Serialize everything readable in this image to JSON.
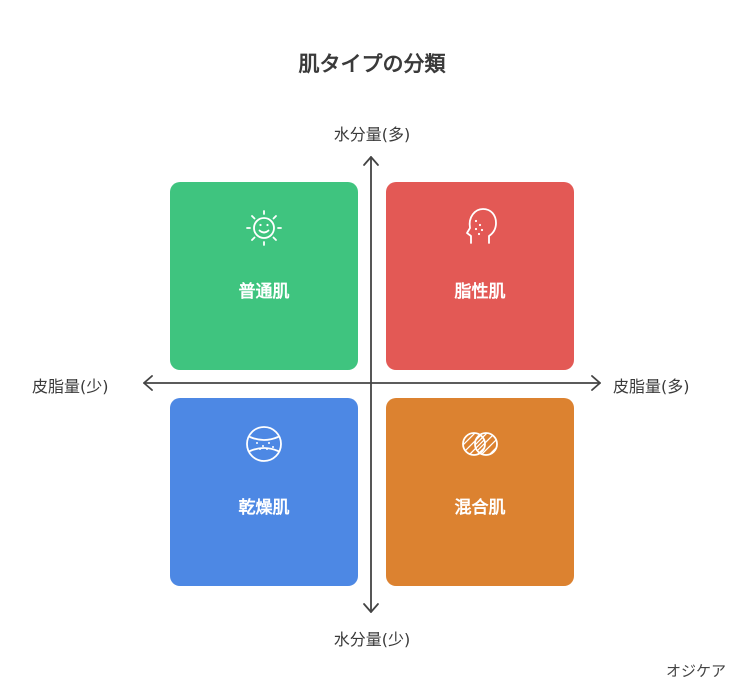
{
  "title": "肌タイプの分類",
  "axes": {
    "top": "水分量(多)",
    "bottom": "水分量(少)",
    "left": "皮脂量(少)",
    "right": "皮脂量(多)"
  },
  "quadrants": {
    "top_left": {
      "label": "普通肌",
      "icon": "smiling-sun-icon",
      "color": "#3fc47f"
    },
    "top_right": {
      "label": "脂性肌",
      "icon": "face-profile-icon",
      "color": "#e35955"
    },
    "bottom_left": {
      "label": "乾燥肌",
      "icon": "dry-skin-circle-icon",
      "color": "#4d88e4"
    },
    "bottom_right": {
      "label": "混合肌",
      "icon": "overlapping-circles-icon",
      "color": "#dc8230"
    }
  },
  "watermark": "オジケア"
}
